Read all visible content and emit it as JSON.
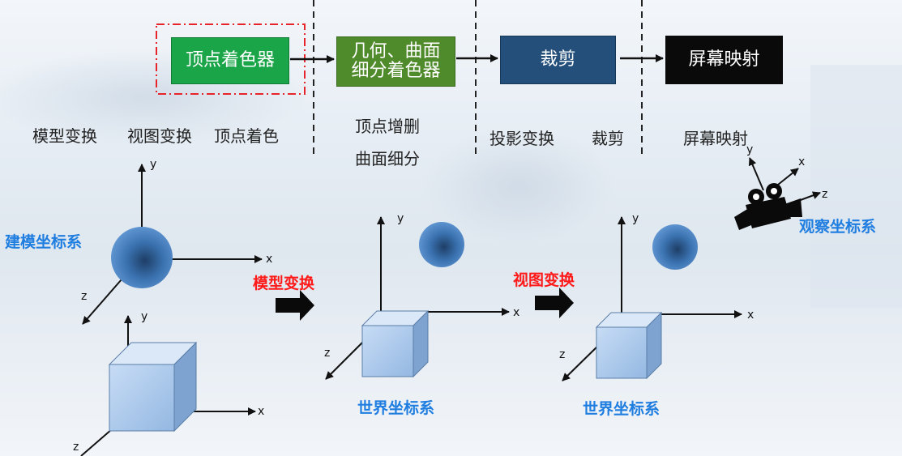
{
  "pipeline": {
    "vertex_shader": "顶点着色器",
    "geometry_shader": "几何、曲面细分着色器",
    "clipping": "裁剪",
    "screen_mapping": "屏幕映射"
  },
  "stages": {
    "model_transform": "模型变换",
    "view_transform": "视图变换",
    "vertex_shading": "顶点着色",
    "vertex_add_delete": "顶点增删",
    "tessellation": "曲面细分",
    "projection_transform": "投影变换",
    "clipping": "裁剪",
    "screen_mapping": "屏幕映射"
  },
  "scene": {
    "model_space": "建模坐标系",
    "model_transform": "模型变换",
    "world_space_1": "世界坐标系",
    "view_transform": "视图变换",
    "world_space_2": "世界坐标系",
    "camera_space": "观察坐标系",
    "axis_x": "x",
    "axis_y": "y",
    "axis_z": "z"
  },
  "colors": {
    "vertex_shader": "#1aa548",
    "geometry_shader": "#4f8a2b",
    "clipping": "#234f7a",
    "screen_mapping": "#0a0a0a",
    "highlight": "#e8242b"
  }
}
